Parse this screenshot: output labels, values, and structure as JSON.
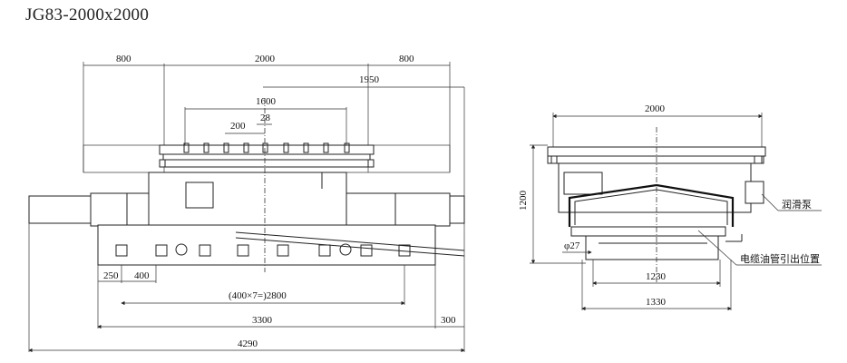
{
  "title": "JG83-2000x2000",
  "front_view": {
    "dims": {
      "d800_left": "800",
      "d2000": "2000",
      "d800_right": "800",
      "d1950": "1950",
      "d1600": "1600",
      "d28": "28",
      "d200": "200",
      "d250": "250",
      "d400": "400",
      "d2800": "(400×7=)2800",
      "d3300": "3300",
      "d300": "300",
      "d4290": "4290"
    }
  },
  "side_view": {
    "dims": {
      "d2000": "2000",
      "d1200": "1200",
      "d27": "φ27",
      "d1230": "1230",
      "d1330": "1330"
    },
    "labels": {
      "pump": "润滑泵",
      "cable": "电缆油管引出位置"
    }
  }
}
